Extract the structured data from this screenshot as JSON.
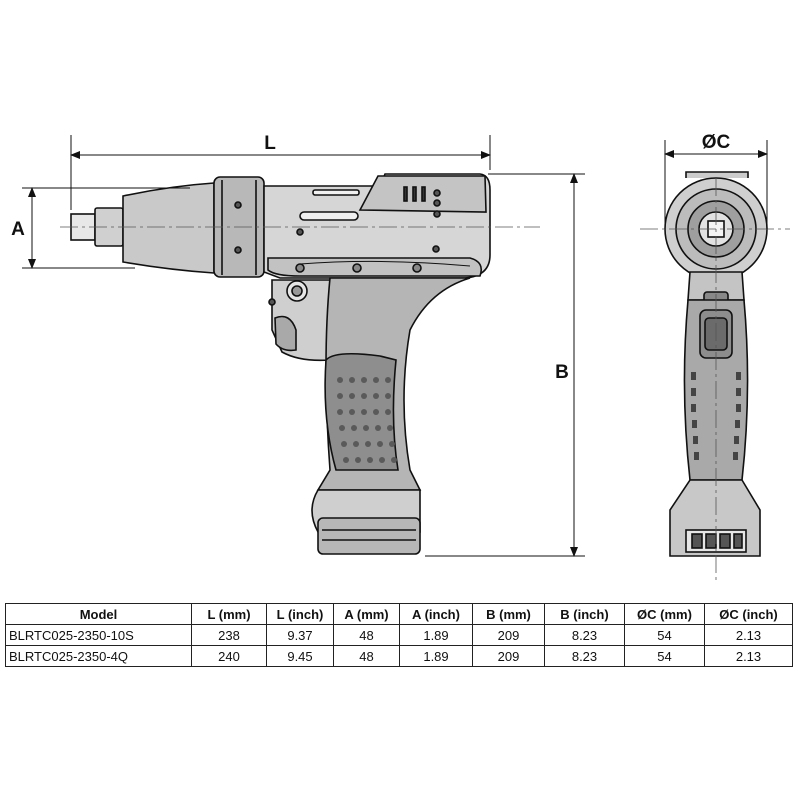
{
  "dimensions": {
    "L": "L",
    "A": "A",
    "B": "B",
    "C": "ØC"
  },
  "table": {
    "headers": [
      "Model",
      "L (mm)",
      "L (inch)",
      "A (mm)",
      "A (inch)",
      "B (mm)",
      "B (inch)",
      "ØC (mm)",
      "ØC (inch)"
    ],
    "rows": [
      [
        "BLRTC025-2350-10S",
        "238",
        "9.37",
        "48",
        "1.89",
        "209",
        "8.23",
        "54",
        "2.13"
      ],
      [
        "BLRTC025-2350-4Q",
        "240",
        "9.45",
        "48",
        "1.89",
        "209",
        "8.23",
        "54",
        "2.13"
      ]
    ]
  },
  "colors": {
    "line": "#111111",
    "fill_light": "#dcdcdc",
    "fill_mid": "#bdbdbd",
    "fill_dark": "#8a8a8a"
  }
}
